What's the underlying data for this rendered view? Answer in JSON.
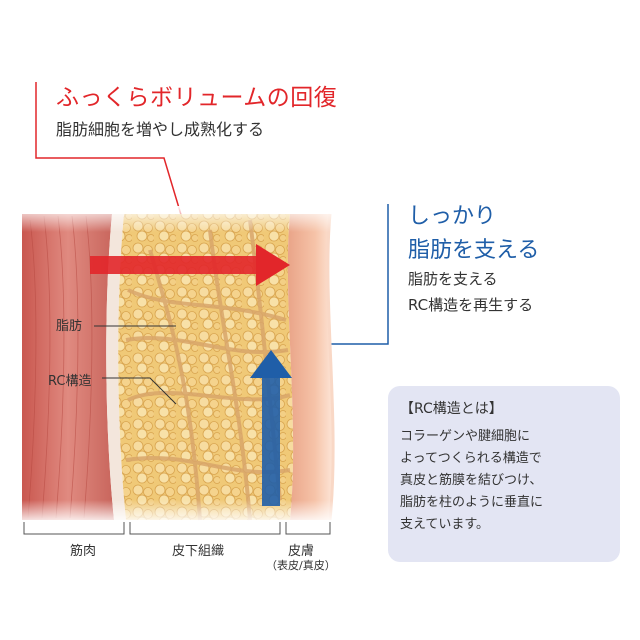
{
  "callout_top": {
    "title": "ふっくらボリュームの回復",
    "subtitle": "脂肪細胞を増やし成熟化する",
    "color": "#e2262a"
  },
  "callout_right": {
    "title_line1": "しっかり",
    "title_line2": "脂肪を支える",
    "subtitle_line1": "脂肪を支える",
    "subtitle_line2": "RC構造を再生する",
    "color": "#1f5ea8"
  },
  "info_box": {
    "title": "【RC構造とは】",
    "lines": [
      "コラーゲンや腱細胞に",
      "よってつくられる構造で",
      "真皮と筋膜を結びつけ、",
      "脂肪を柱のように垂直に",
      "支えています。"
    ],
    "background": "#e3e5f3"
  },
  "diagram": {
    "labels": {
      "fat": "脂肪",
      "rc": "RC構造",
      "muscle": "筋肉",
      "subcutaneous": "皮下組織",
      "skin": "皮膚",
      "skin_detail": "（表皮/真皮）"
    },
    "colors": {
      "muscle": "#d7736c",
      "fat": "#efc77a",
      "skin": "#f1b59a",
      "arrow_red": "#e2262a",
      "arrow_blue": "#1f5ea8"
    }
  }
}
